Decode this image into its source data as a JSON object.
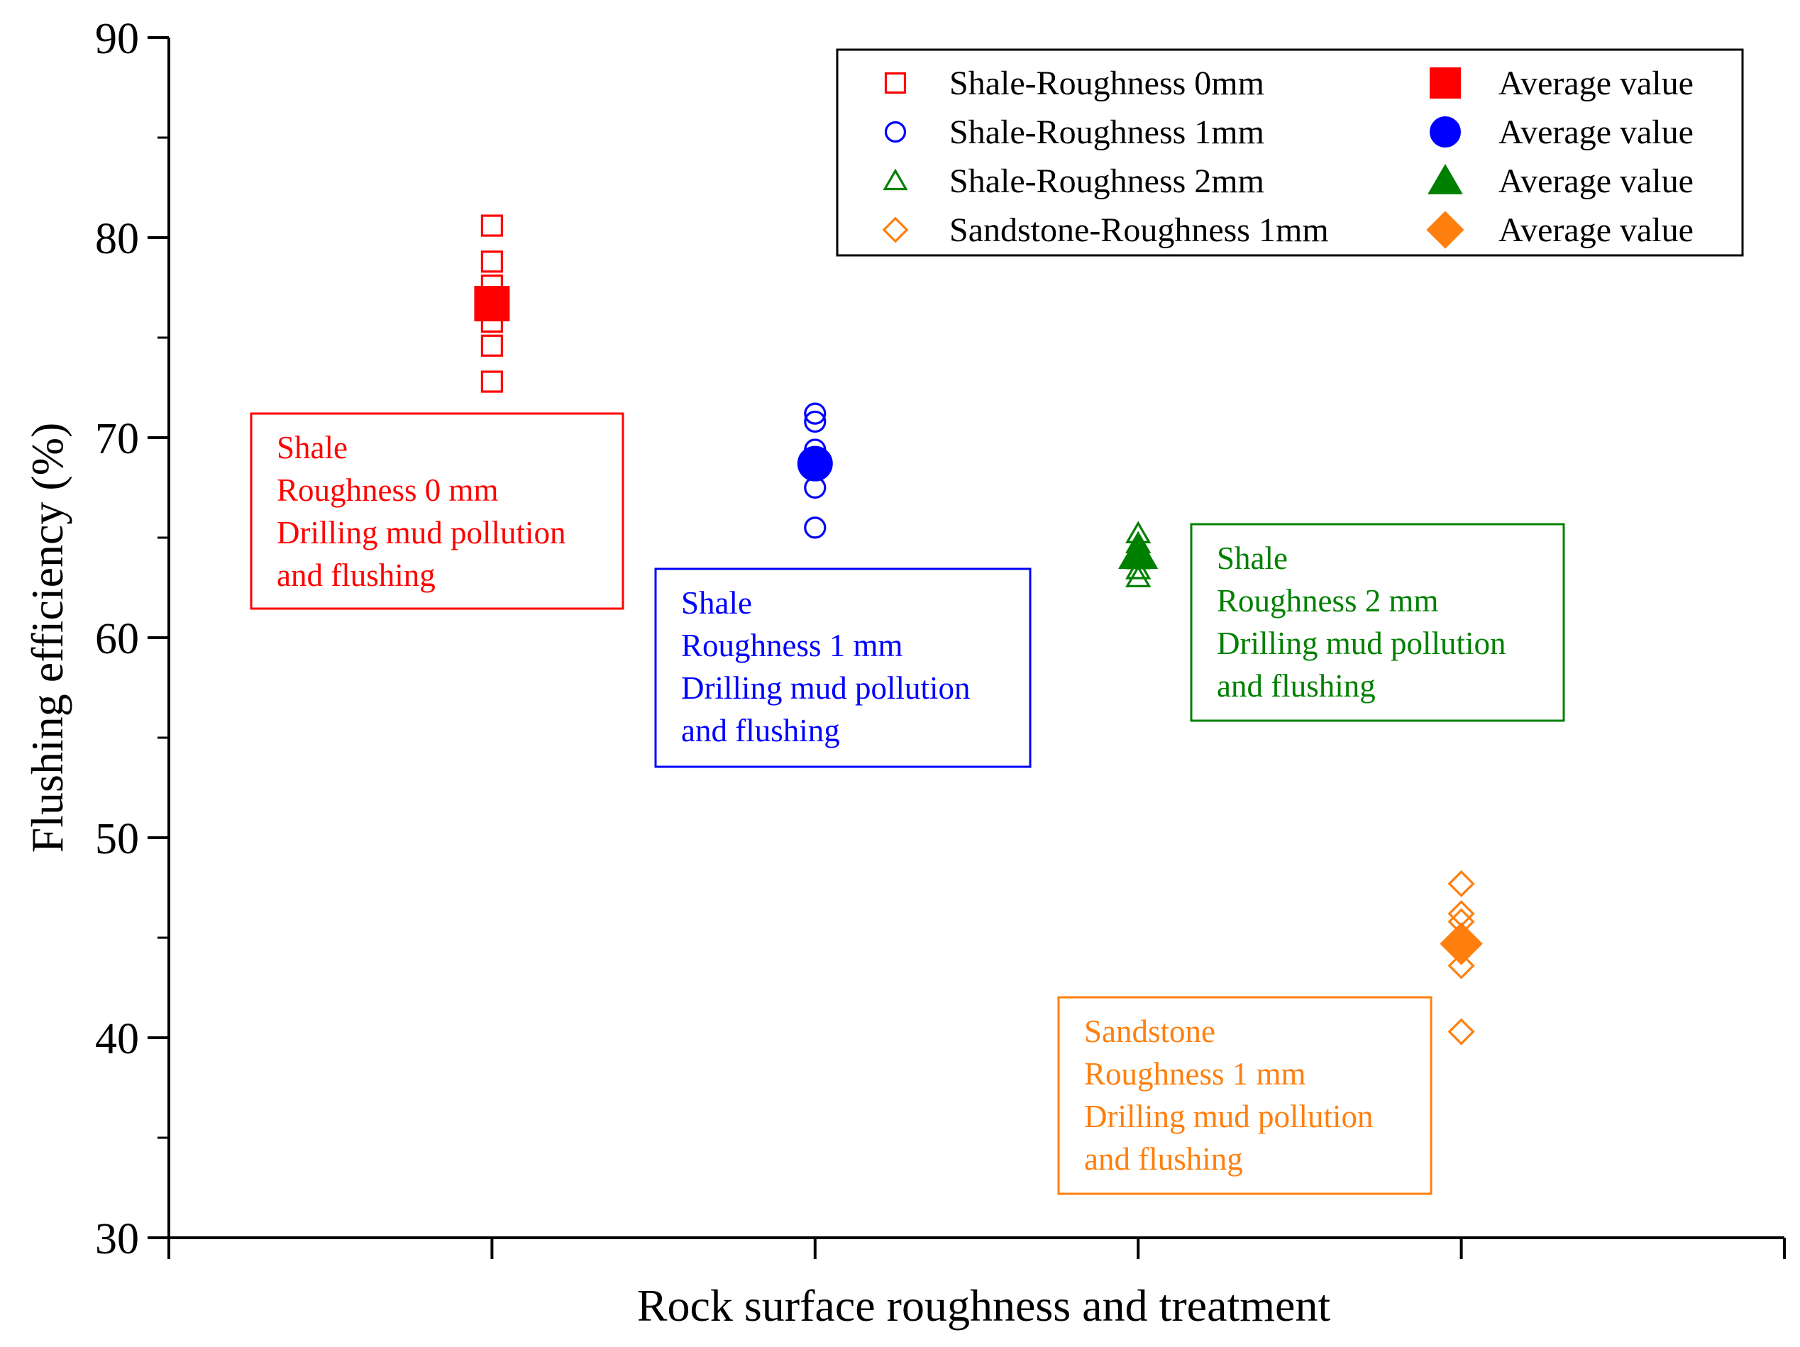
{
  "chart_data": {
    "type": "scatter",
    "title": "",
    "xlabel": "Rock surface roughness and treatment",
    "ylabel": "Flushing efficiency (%)",
    "ylim": [
      30,
      90
    ],
    "xlim": [
      0,
      5
    ],
    "yticks": [
      30,
      40,
      50,
      60,
      70,
      80,
      90
    ],
    "xticks": [
      1,
      2,
      3,
      4
    ],
    "grid": false,
    "legend_position": "top-right",
    "series": [
      {
        "name": "Shale-Roughness 0mm",
        "avg_name": "Average value",
        "marker": "square",
        "color": "#ff0000",
        "x": 1,
        "values": [
          80.6,
          78.8,
          77.6,
          76.9,
          75.8,
          74.6,
          72.8
        ],
        "average": 76.7
      },
      {
        "name": "Shale-Roughness 1mm",
        "avg_name": "Average value",
        "marker": "circle",
        "color": "#0000ff",
        "x": 2,
        "values": [
          71.2,
          70.8,
          69.4,
          69.0,
          68.6,
          67.5,
          65.5
        ],
        "average": 68.7
      },
      {
        "name": "Shale-Roughness 2mm",
        "avg_name": "Average value",
        "marker": "triangle",
        "color": "#008000",
        "x": 3,
        "values": [
          65.2,
          64.7,
          64.3,
          63.9,
          63.4,
          63.0
        ],
        "average": 64.2
      },
      {
        "name": "Sandstone-Roughness 1mm",
        "avg_name": "Average value",
        "marker": "diamond",
        "color": "#ff7f0e",
        "x": 4,
        "values": [
          47.7,
          46.2,
          45.8,
          44.8,
          43.6,
          40.3
        ],
        "average": 44.7
      }
    ],
    "annotations": [
      {
        "lines": [
          "Shale",
          "Roughness 0 mm",
          "Drilling mud pollution",
          "and flushing"
        ],
        "color": "#ff0000"
      },
      {
        "lines": [
          "Shale",
          "Roughness 1 mm",
          "Drilling mud pollution",
          "and flushing"
        ],
        "color": "#0000ff"
      },
      {
        "lines": [
          "Shale",
          "Roughness 2 mm",
          "Drilling mud pollution",
          "and flushing"
        ],
        "color": "#008000"
      },
      {
        "lines": [
          "Sandstone",
          "Roughness 1 mm",
          "Drilling mud pollution",
          "and flushing"
        ],
        "color": "#ff7f0e"
      }
    ]
  }
}
